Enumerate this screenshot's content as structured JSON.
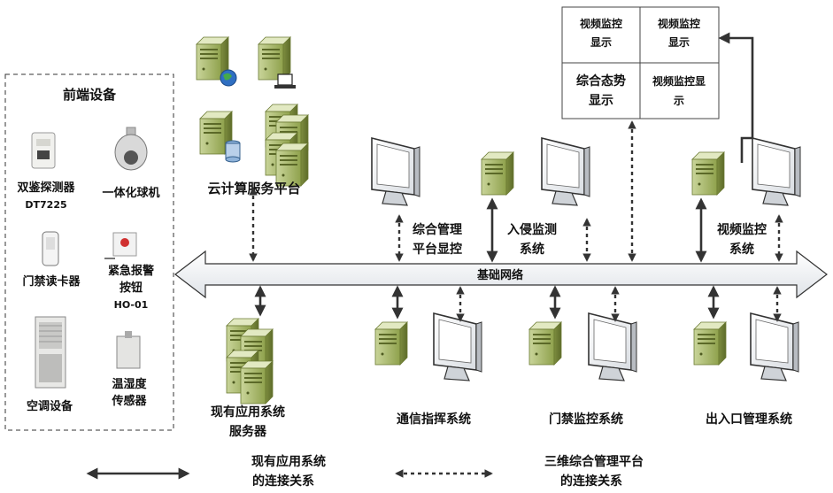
{
  "panel": {
    "title": "前端设备"
  },
  "devices": {
    "detector": [
      "双鉴探测器",
      "DT7225"
    ],
    "dome": [
      "一体化球机"
    ],
    "card_reader": [
      "门禁读卡器"
    ],
    "alarm_button": [
      "紧急报警",
      "按钮",
      "HO-01"
    ],
    "aircon": [
      "空调设备"
    ],
    "sensor": [
      "温湿度",
      "传感器"
    ]
  },
  "cloud": {
    "label": "云计算服务平台"
  },
  "network": {
    "label": "基础网络"
  },
  "video_wall": {
    "cells": [
      [
        "视频监控",
        "显示"
      ],
      [
        "视频监控",
        "显示"
      ],
      [
        "综合态势",
        "显示"
      ],
      [
        "视频监控显",
        "示"
      ]
    ]
  },
  "upper_systems": {
    "mgmt": [
      "综合管理",
      "平台显控"
    ],
    "intrusion": [
      "入侵监测",
      "系统"
    ],
    "video": [
      "视频监控",
      "系统"
    ]
  },
  "lower_systems": {
    "existing": [
      "现有应用系统",
      "服务器"
    ],
    "comm": "通信指挥系统",
    "access": "门禁监控系统",
    "gate": "出入口管理系统"
  },
  "legend": {
    "solid": [
      "现有应用系统",
      "的连接关系"
    ],
    "dashed": [
      "三维综合管理平台",
      "的连接关系"
    ]
  }
}
